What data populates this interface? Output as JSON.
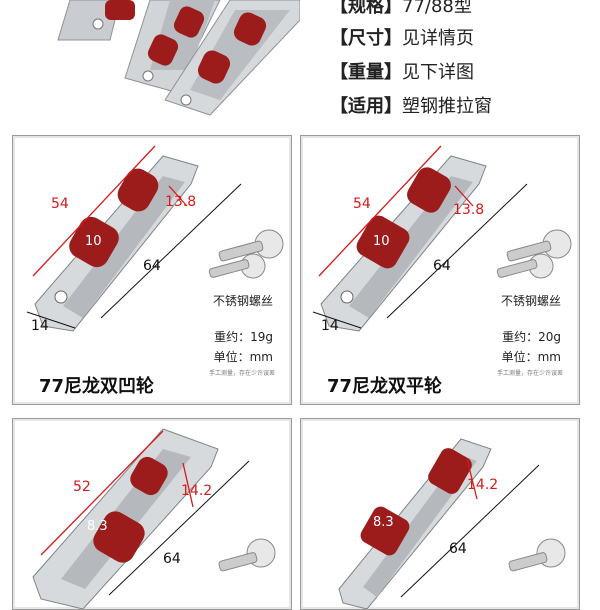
{
  "specs": [
    {
      "label": "【规格】",
      "value": "77/88型"
    },
    {
      "label": "【尺寸】",
      "value": "见详情页"
    },
    {
      "label": "【重量】",
      "value": "见下详图"
    },
    {
      "label": "【适用】",
      "value": "塑钢推拉窗"
    }
  ],
  "cards": [
    {
      "title": "77尼龙双凹轮",
      "dims": {
        "length_red": "54",
        "height_red": "13.8",
        "wheel": "10",
        "total": "64",
        "hole": "14"
      },
      "screw_label": "不锈钢螺丝",
      "weight": "重约：19g",
      "unit": "单位：mm",
      "note": "手工测量，存在少许误差"
    },
    {
      "title": "77尼龙双平轮",
      "dims": {
        "length_red": "54",
        "height_red": "13.8",
        "wheel": "10",
        "total": "64",
        "hole": "14"
      },
      "screw_label": "不锈钢螺丝",
      "weight": "重约：20g",
      "unit": "单位：mm",
      "note": "手工测量，存在少许误差"
    },
    {
      "dims": {
        "length_red": "52",
        "height_red": "14.2",
        "wheel": "8.3",
        "total": "64"
      }
    },
    {
      "dims": {
        "height_red": "14.2",
        "wheel": "8.3",
        "total": "64"
      }
    }
  ],
  "colors": {
    "wheel": "#9c1c1c",
    "dimension": "#d61a1a",
    "steel": "#c9ccd0",
    "border": "#9a9a9a"
  }
}
